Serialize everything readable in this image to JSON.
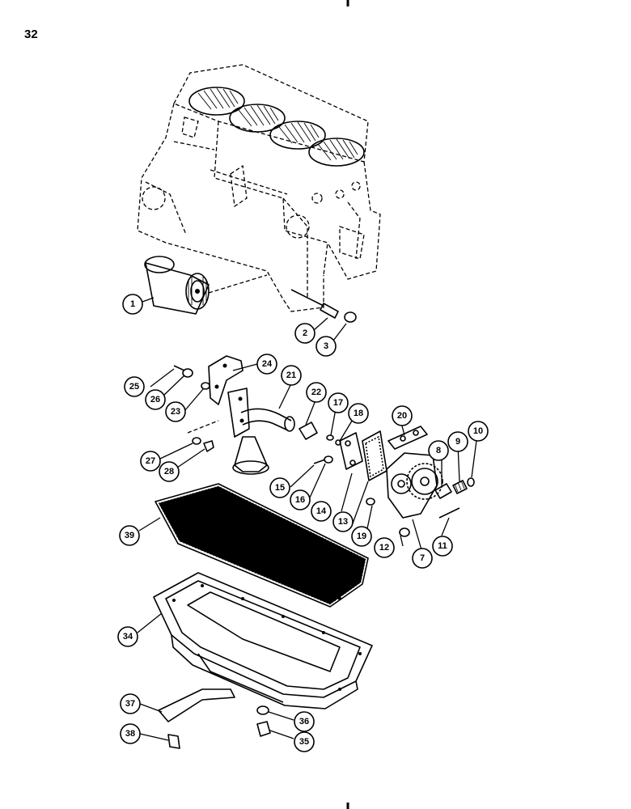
{
  "page": {
    "number": "32"
  },
  "callouts": [
    {
      "id": "c1",
      "label": "1"
    },
    {
      "id": "c2",
      "label": "2"
    },
    {
      "id": "c3",
      "label": "3"
    },
    {
      "id": "c7",
      "label": "7"
    },
    {
      "id": "c8",
      "label": "8"
    },
    {
      "id": "c9",
      "label": "9"
    },
    {
      "id": "c10",
      "label": "10"
    },
    {
      "id": "c11",
      "label": "11"
    },
    {
      "id": "c12",
      "label": "12"
    },
    {
      "id": "c13",
      "label": "13"
    },
    {
      "id": "c14",
      "label": "14"
    },
    {
      "id": "c15",
      "label": "15"
    },
    {
      "id": "c16",
      "label": "16"
    },
    {
      "id": "c17",
      "label": "17"
    },
    {
      "id": "c18",
      "label": "18"
    },
    {
      "id": "c19",
      "label": "19"
    },
    {
      "id": "c20",
      "label": "20"
    },
    {
      "id": "c21",
      "label": "21"
    },
    {
      "id": "c22",
      "label": "22"
    },
    {
      "id": "c23",
      "label": "23"
    },
    {
      "id": "c24",
      "label": "24"
    },
    {
      "id": "c25",
      "label": "25"
    },
    {
      "id": "c26",
      "label": "26"
    },
    {
      "id": "c27",
      "label": "27"
    },
    {
      "id": "c28",
      "label": "28"
    },
    {
      "id": "c34",
      "label": "34"
    },
    {
      "id": "c35",
      "label": "35"
    },
    {
      "id": "c36",
      "label": "36"
    },
    {
      "id": "c37",
      "label": "37"
    },
    {
      "id": "c38",
      "label": "38"
    },
    {
      "id": "c39",
      "label": "39"
    }
  ]
}
